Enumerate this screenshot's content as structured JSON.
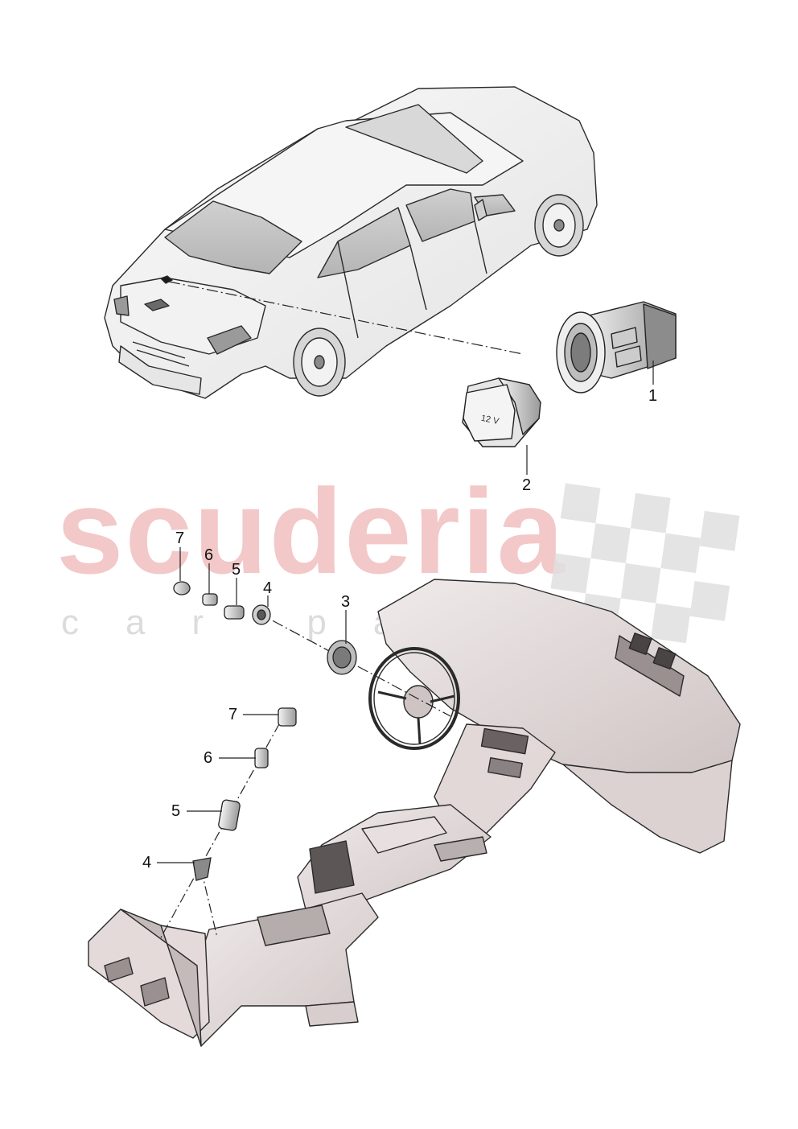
{
  "watermark": {
    "brand": "scuderia",
    "sub": "car parts"
  },
  "callouts": [
    {
      "id": "c1",
      "label": "1"
    },
    {
      "id": "c2",
      "label": "2"
    },
    {
      "id": "c3",
      "label": "3"
    },
    {
      "id": "c4a",
      "label": "4"
    },
    {
      "id": "c5a",
      "label": "5"
    },
    {
      "id": "c6a",
      "label": "6"
    },
    {
      "id": "c7a",
      "label": "7"
    },
    {
      "id": "c4b",
      "label": "4"
    },
    {
      "id": "c5b",
      "label": "5"
    },
    {
      "id": "c6b",
      "label": "6"
    },
    {
      "id": "c7b",
      "label": "7"
    }
  ],
  "socket_label": "12 V"
}
